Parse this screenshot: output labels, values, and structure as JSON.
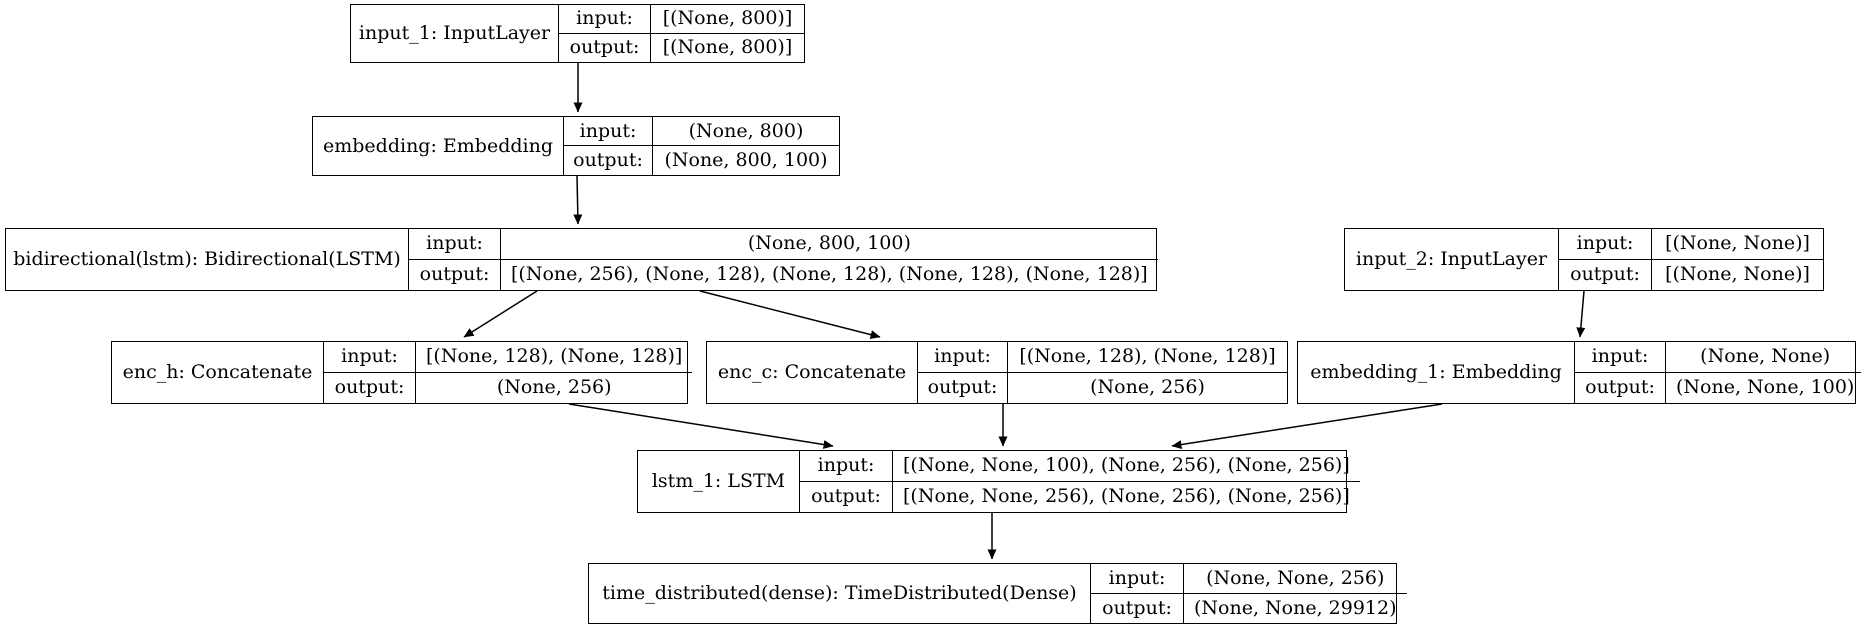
{
  "diagram": {
    "kind": "keras-model-architecture-graph",
    "colors": {
      "background": "#ffffff",
      "node_fill": "#ffffff",
      "border": "#000000",
      "text": "#000000"
    }
  },
  "labels": {
    "input": "input:",
    "output": "output:"
  },
  "nodes": [
    {
      "id": "input_1",
      "name": "input_1: InputLayer",
      "input": "[(None, 800)]",
      "output": "[(None, 800)]"
    },
    {
      "id": "embedding",
      "name": "embedding: Embedding",
      "input": "(None, 800)",
      "output": "(None, 800, 100)"
    },
    {
      "id": "bidirectional",
      "name": "bidirectional(lstm): Bidirectional(LSTM)",
      "input": "(None, 800, 100)",
      "output": "[(None, 256), (None, 128), (None, 128), (None, 128), (None, 128)]"
    },
    {
      "id": "input_2",
      "name": "input_2: InputLayer",
      "input": "[(None, None)]",
      "output": "[(None, None)]"
    },
    {
      "id": "enc_h",
      "name": "enc_h: Concatenate",
      "input": "[(None, 128), (None, 128)]",
      "output": "(None, 256)"
    },
    {
      "id": "enc_c",
      "name": "enc_c: Concatenate",
      "input": "[(None, 128), (None, 128)]",
      "output": "(None, 256)"
    },
    {
      "id": "embedding_1",
      "name": "embedding_1: Embedding",
      "input": "(None, None)",
      "output": "(None, None, 100)"
    },
    {
      "id": "lstm_1",
      "name": "lstm_1: LSTM",
      "input": "[(None, None, 100), (None, 256), (None, 256)]",
      "output": "[(None, None, 256), (None, 256), (None, 256)]"
    },
    {
      "id": "time_distributed",
      "name": "time_distributed(dense): TimeDistributed(Dense)",
      "input": "(None, None, 256)",
      "output": "(None, None, 29912)"
    }
  ],
  "edges": [
    {
      "from": "input_1",
      "to": "embedding"
    },
    {
      "from": "embedding",
      "to": "bidirectional"
    },
    {
      "from": "bidirectional",
      "to": "enc_h"
    },
    {
      "from": "bidirectional",
      "to": "enc_c"
    },
    {
      "from": "input_2",
      "to": "embedding_1"
    },
    {
      "from": "enc_h",
      "to": "lstm_1"
    },
    {
      "from": "enc_c",
      "to": "lstm_1"
    },
    {
      "from": "embedding_1",
      "to": "lstm_1"
    },
    {
      "from": "lstm_1",
      "to": "time_distributed"
    }
  ]
}
